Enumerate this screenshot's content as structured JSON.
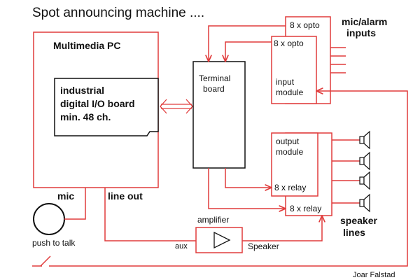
{
  "title": "Spot announcing machine ....",
  "pc": {
    "label": "Multimedia PC"
  },
  "io_board": {
    "line1": "industrial",
    "line2": "digital I/O board",
    "line3": "min. 48 ch."
  },
  "terminal_board": {
    "line1": "Terminal",
    "line2": "board"
  },
  "input_module": {
    "opto_back": "8 x opto",
    "opto_front": "8 x opto",
    "line1": "input",
    "line2": "module"
  },
  "output_module": {
    "line1": "output",
    "line2": "module",
    "relay_front": "8 x relay",
    "relay_back": "8 x relay"
  },
  "mic_alarm": {
    "line1": "mic/alarm",
    "line2": "inputs"
  },
  "speaker_lines": {
    "line1": "speaker",
    "line2": "lines"
  },
  "mic_label": "mic",
  "line_out_label": "line out",
  "push_to_talk_label": "push to talk",
  "amplifier": {
    "title": "amplifier",
    "aux": "aux",
    "speaker": "Speaker"
  },
  "author": "Joar Falstad",
  "colors": {
    "wire": "#e03c3c",
    "outline": "#111111",
    "background": "#ffffff"
  }
}
